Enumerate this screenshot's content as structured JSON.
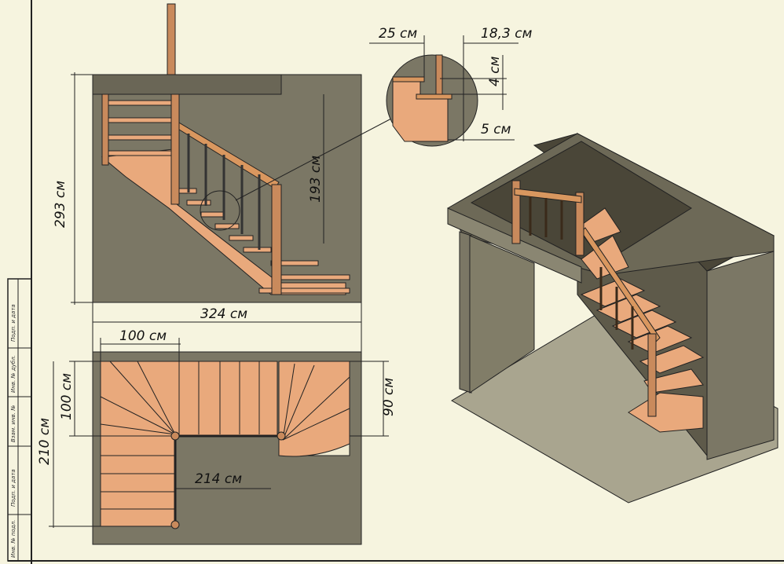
{
  "title_block": {
    "labels": [
      "Подп. и дата",
      "Инв. № дубл.",
      "Взам. инв. №",
      "Подп. и дата",
      "Инв. № подл."
    ]
  },
  "elevation": {
    "height_total": "293 см",
    "height_flight": "193 см",
    "width_total": "324 см"
  },
  "detail": {
    "tread": "25 см",
    "riser": "18,3 см",
    "nosing": "4 см",
    "thickness": "5 см"
  },
  "plan": {
    "landing": "100 см",
    "landing_depth": "100 см",
    "depth_total": "210 см",
    "length": "214 см",
    "winder_width": "90 см"
  },
  "colors": {
    "background": "#f6f4df",
    "wall": "#7b7765",
    "wood": "#e9a97c",
    "wood_dark": "#9c5a34",
    "line": "#111111"
  }
}
